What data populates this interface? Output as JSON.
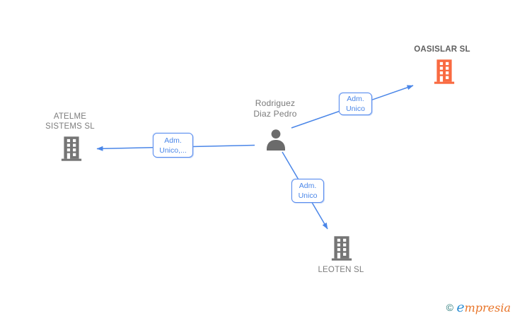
{
  "diagram": {
    "person": {
      "name_lines": [
        "Rodriguez",
        "Diaz Pedro"
      ]
    },
    "companies": [
      {
        "name": "OASISLAR SL",
        "highlighted": true
      },
      {
        "name_lines": [
          "ATELME",
          "SISTEMS SL"
        ],
        "highlighted": false
      },
      {
        "name": "LEOTEN SL",
        "highlighted": false
      }
    ],
    "edges": [
      {
        "from": "Rodriguez Diaz Pedro",
        "to": "OASISLAR SL",
        "label_lines": [
          "Adm.",
          "Unico"
        ]
      },
      {
        "from": "Rodriguez Diaz Pedro",
        "to": "ATELME SISTEMS SL",
        "label_lines": [
          "Adm.",
          "Unico,..."
        ]
      },
      {
        "from": "Rodriguez Diaz Pedro",
        "to": "LEOTEN SL",
        "label_lines": [
          "Adm.",
          "Unico"
        ]
      }
    ]
  },
  "watermark": {
    "copyright": "©",
    "brand_first_letter": "e",
    "brand_rest": "mpresia"
  },
  "colors": {
    "edge_blue": "#4a86e8",
    "box_border_blue": "#5b8def",
    "icon_gray": "#757575",
    "icon_orange": "#f96a41",
    "label_gray": "#7d7d7d"
  }
}
